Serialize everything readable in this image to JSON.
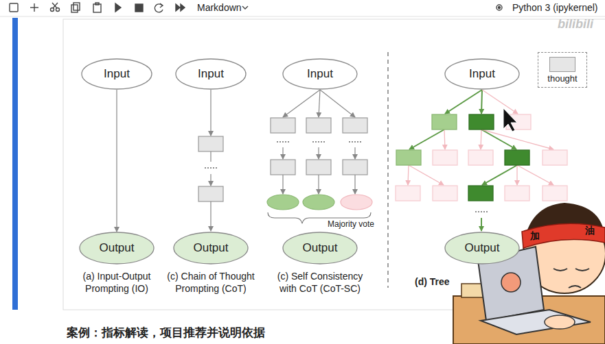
{
  "diagram": {
    "nodes": [
      {
        "text": [
          "Input"
        ]
      },
      {
        "text": [
          "Output"
        ]
      },
      {
        "text": [
          "Input"
        ]
      },
      {
        "text": [
          "Output"
        ]
      },
      {
        "text": [
          "Input"
        ]
      },
      {
        "text": [
          "Output"
        ]
      },
      {
        "text": [
          "Input"
        ]
      },
      {
        "text": [
          "Output"
        ]
      }
    ],
    "edges": [
      {
        "from": 0,
        "to": 1,
        "arrow": "to"
      }
    ],
    "labels": [
      "Markdown",
      "Python 3 (ipykernel)",
      "bilibili",
      "(a) Input-Output Prompting (IO)",
      "(c) Chain of Thought Prompting (CoT)",
      "(c) Self Consistency with CoT (CoT-SC)",
      "(d) Tree",
      "Majority vote",
      "案例：指标解读，项目推荐并说明依据",
      "加",
      "油"
    ],
    "legend": [
      {
        "text": "thought",
        "color": "#e6e6e6"
      }
    ]
  }
}
